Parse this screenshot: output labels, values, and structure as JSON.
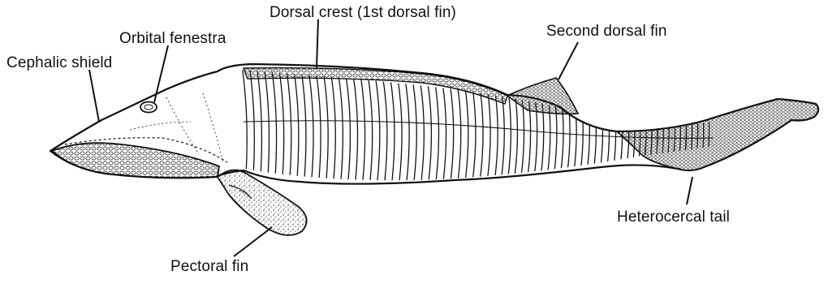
{
  "labels": {
    "cephalic_shield": "Cephalic shield",
    "orbital_fenestra": "Orbital fenestra",
    "dorsal_crest": "Dorsal crest (1st dorsal fin)",
    "second_dorsal_fin": "Second dorsal fin",
    "heterocercal_tail": "Heterocercal tail",
    "pectoral_fin": "Pectoral fin"
  },
  "colors": {
    "ink": "#111111",
    "background": "#ffffff"
  }
}
